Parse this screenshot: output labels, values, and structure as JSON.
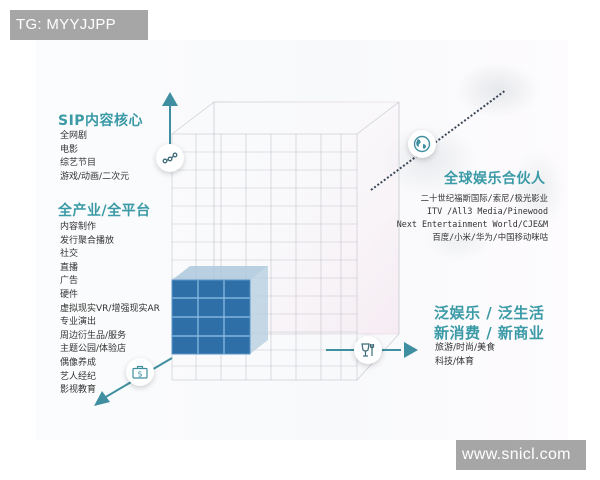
{
  "watermarks": {
    "top": "TG: MYYJJPP",
    "bottom": "www.snicl.com"
  },
  "colors": {
    "accent_teal": "#3a9aa6",
    "arrow_teal": "#3f8fa0",
    "cube_blue": "#2f6fa8",
    "text_dark": "#333333"
  },
  "sections": {
    "sip_core": {
      "heading": "SIP内容核心",
      "items": [
        "全网剧",
        "电影",
        "综艺节目",
        "游戏/动画/二次元"
      ],
      "icon": "network-nodes-icon"
    },
    "full_industry": {
      "heading": "全产业/全平台",
      "items": [
        "内容制作",
        "发行聚合播放",
        "社交",
        "直播",
        "广告",
        "硬件",
        "虚拟现实VR/增强现实AR",
        "专业演出",
        "周边衍生品/服务",
        "主题公园/体验店",
        "偶像养成",
        "艺人经纪",
        "影视教育"
      ],
      "icon": "money-briefcase-icon"
    },
    "global_partners": {
      "heading": "全球娱乐合伙人",
      "items": [
        "二十世纪福斯国际/索尼/极光影业",
        "ITV /All3 Media/Pinewood",
        "Next Entertainment World/CJE&M",
        "百度/小米/华为/中国移动咪咕"
      ],
      "icon": "globe-icon"
    },
    "pan_entertainment": {
      "heading_line1": "泛娱乐 / 泛生活",
      "heading_line2": "新消费 / 新商业",
      "items": [
        "旅游/时尚/美食",
        "科技/体育"
      ],
      "icon": "dining-glass-fork-icon"
    }
  }
}
